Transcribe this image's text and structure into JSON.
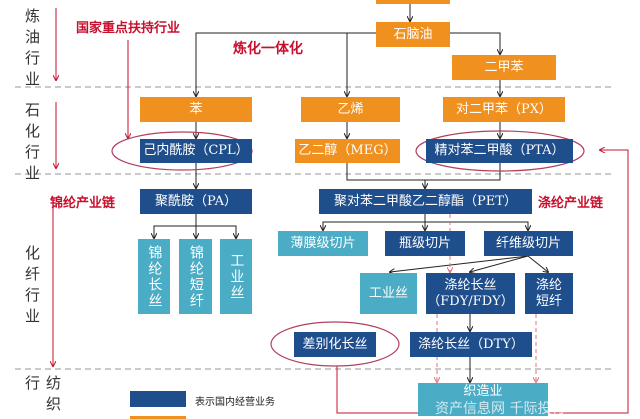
{
  "sections": [
    "炼油行业",
    "石化行业",
    "化纤行业",
    "纺织行"
  ],
  "annotations": {
    "support": "国家重点扶持行业",
    "integration": "炼化一体化",
    "nylon_chain": "锦纶产业链",
    "polyester_chain": "涤纶产业链"
  },
  "nodes": {
    "naphtha": "石脑油",
    "xylene": "二甲苯",
    "benzene": "苯",
    "ethylene": "乙烯",
    "px": "对二甲苯（PX）",
    "cpl": "己内酰胺（CPL）",
    "meg": "乙二醇（MEG）",
    "pta": "精对苯二甲酸（PTA）",
    "pa": "聚酰胺（PA）",
    "pet": "聚对苯二甲酸乙二醇酯（PET）",
    "nylon_filament": "锦纶长丝",
    "nylon_staple": "锦纶短纤",
    "industrial_yarn_pa": "工业丝",
    "film_chip": "薄膜级切片",
    "bottle_chip": "瓶级切片",
    "fiber_chip": "纤维级切片",
    "industrial_yarn_pet": "工业丝",
    "poy_fdy": "涤纶长丝\n（FDY/FDY）",
    "polyester_staple": "涤纶\n短纤",
    "differentiated": "差别化长丝",
    "dty": "涤纶长丝（DTY）",
    "weaving": "织造业"
  },
  "legend": {
    "domestic": "表示国内经营业务"
  },
  "watermark": "资产信息网 千际投行",
  "colors": {
    "orange": "#f0901e",
    "navy": "#1f4e8c",
    "light_blue": "#4bacc6",
    "red": "#c8102e"
  }
}
